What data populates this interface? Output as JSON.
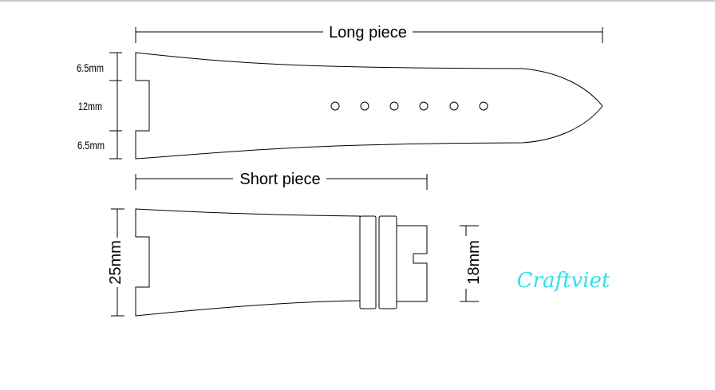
{
  "diagram": {
    "long_piece": {
      "title": "Long piece",
      "dim_top": "6.5mm",
      "dim_middle": "12mm",
      "dim_bottom": "6.5mm"
    },
    "short_piece": {
      "title": "Short piece",
      "dim_width": "25mm",
      "dim_buckle": "18mm"
    },
    "brand": "Craftviet",
    "brand_color": "#33dde8"
  }
}
